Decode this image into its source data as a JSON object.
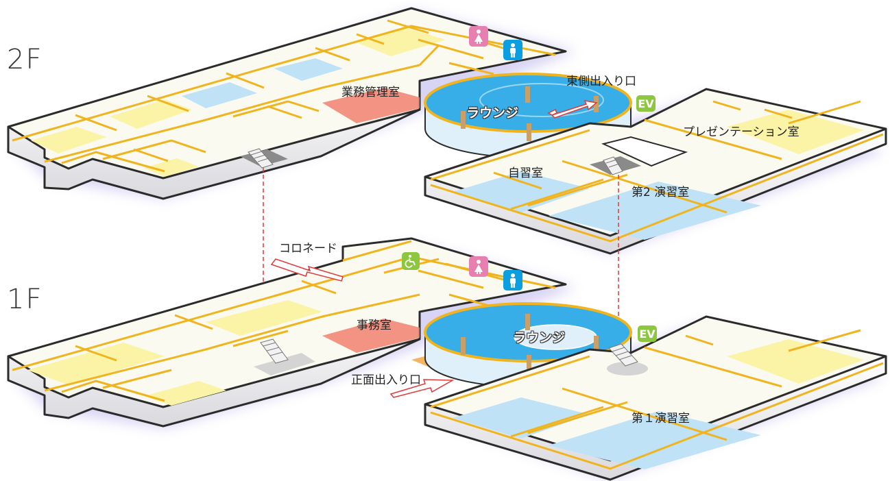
{
  "floors": {
    "second": {
      "label": "2F",
      "rooms": {
        "gyomu_kanri": "業務管理室",
        "lounge": "ラウンジ",
        "jishu": "自習室",
        "presentation": "プレゼンテーション室",
        "ensyu2": "第2 演習室",
        "east_entrance": "東側出入り口"
      }
    },
    "first": {
      "label": "1F",
      "rooms": {
        "jimu": "事務室",
        "lounge": "ラウンジ",
        "ensyu1": "第１演習室",
        "front_entrance": "正面出入り口",
        "colonnade": "コロネード"
      }
    }
  },
  "ev_label": "EV",
  "icons": {
    "female_toilet": "female-toilet-icon",
    "male_toilet": "male-toilet-icon",
    "accessible_toilet": "wheelchair-icon",
    "elevator": "elevator-icon",
    "stairs": "stairs-icon",
    "entrance_arrow": "double-arrow-icon"
  },
  "colors": {
    "wall_yellow": "#f0b41e",
    "room_yellow": "#fbf3a6",
    "room_blue": "#bfe2f6",
    "lounge_blue": "#37aee8",
    "office_red": "#f08070",
    "shadow_purple": "#b9b2ea",
    "slab_dark": "#2b2b2b",
    "arrow_red": "#e13a3a",
    "ev_green": "#8dc63f",
    "female_pink": "#e77fb1",
    "male_blue": "#0b9ee0"
  }
}
